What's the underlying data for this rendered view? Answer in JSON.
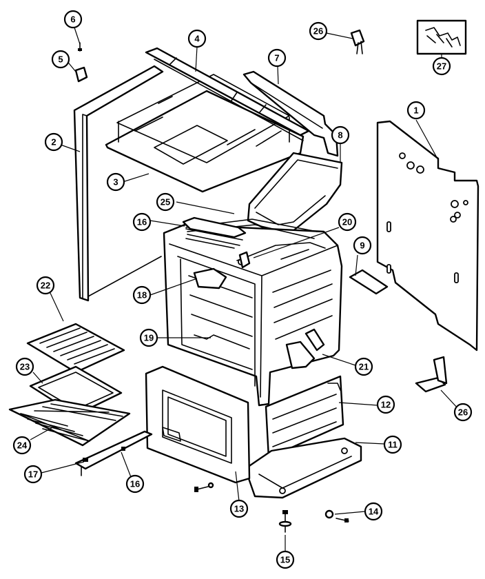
{
  "callouts": [
    {
      "id": "c1",
      "label": "1"
    },
    {
      "id": "c2",
      "label": "2"
    },
    {
      "id": "c3",
      "label": "3"
    },
    {
      "id": "c4",
      "label": "4"
    },
    {
      "id": "c5",
      "label": "5"
    },
    {
      "id": "c6",
      "label": "6"
    },
    {
      "id": "c7",
      "label": "7"
    },
    {
      "id": "c8",
      "label": "8"
    },
    {
      "id": "c9",
      "label": "9"
    },
    {
      "id": "c11",
      "label": "11"
    },
    {
      "id": "c12",
      "label": "12"
    },
    {
      "id": "c13",
      "label": "13"
    },
    {
      "id": "c14",
      "label": "14"
    },
    {
      "id": "c15",
      "label": "15"
    },
    {
      "id": "c16a",
      "label": "16"
    },
    {
      "id": "c16b",
      "label": "16"
    },
    {
      "id": "c17",
      "label": "17"
    },
    {
      "id": "c18",
      "label": "18"
    },
    {
      "id": "c19",
      "label": "19"
    },
    {
      "id": "c20",
      "label": "20"
    },
    {
      "id": "c21",
      "label": "21"
    },
    {
      "id": "c22",
      "label": "22"
    },
    {
      "id": "c23",
      "label": "23"
    },
    {
      "id": "c24",
      "label": "24"
    },
    {
      "id": "c25",
      "label": "25"
    },
    {
      "id": "c26a",
      "label": "26"
    },
    {
      "id": "c26b",
      "label": "26"
    },
    {
      "id": "c27",
      "label": "27"
    }
  ]
}
